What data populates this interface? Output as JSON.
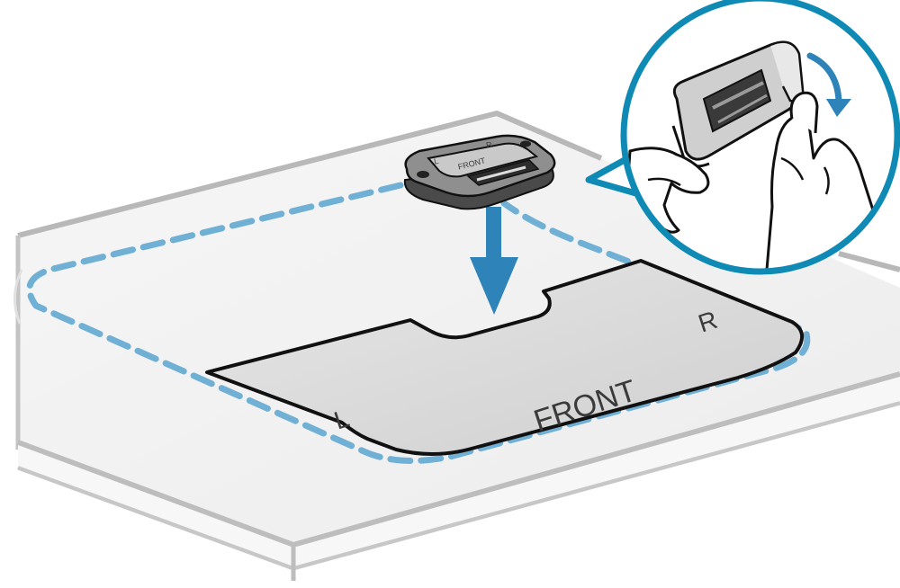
{
  "illustration": {
    "mount_labels": {
      "left": "L",
      "front": "FRONT",
      "right": "R"
    },
    "bracket_labels": {
      "left": "L",
      "front": "FRONT",
      "right": "R"
    },
    "colors": {
      "accent_blue": "#2e83b8",
      "dashed_outline": "#6fb0d4",
      "zoom_circle": "#0f8ab5",
      "panel_fill": "#dcdcdc",
      "surface_fill": "#f2f2f2",
      "edge_gray": "#b5b5b5",
      "line_dark": "#111111"
    },
    "icons": [
      "down-arrow-icon",
      "curved-arrow-icon"
    ]
  }
}
